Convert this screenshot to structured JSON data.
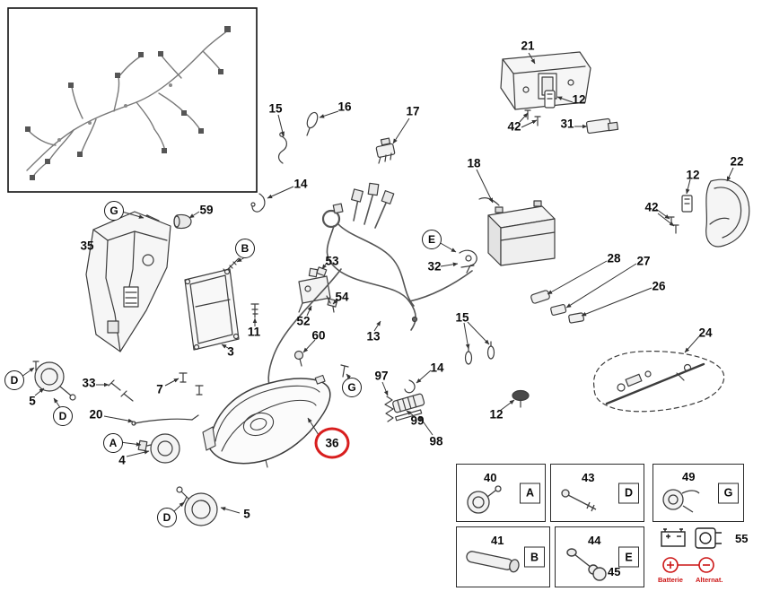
{
  "diagram_type": "exploded-parts-diagram",
  "highlight_color": "#d81e1e",
  "line_color": "#3c3c3c",
  "labels": [
    {
      "text": "15"
    },
    {
      "text": "16"
    },
    {
      "text": "17"
    },
    {
      "text": "21"
    },
    {
      "text": "12"
    },
    {
      "text": "42"
    },
    {
      "text": "31"
    },
    {
      "text": "18"
    },
    {
      "text": "22"
    },
    {
      "text": "12"
    },
    {
      "text": "42"
    },
    {
      "text": "14"
    },
    {
      "text": "59"
    },
    {
      "text": "35"
    },
    {
      "text": "53"
    },
    {
      "text": "54"
    },
    {
      "text": "32"
    },
    {
      "text": "28"
    },
    {
      "text": "27"
    },
    {
      "text": "26"
    },
    {
      "text": "52"
    },
    {
      "text": "60"
    },
    {
      "text": "13"
    },
    {
      "text": "15"
    },
    {
      "text": "3"
    },
    {
      "text": "11"
    },
    {
      "text": "24"
    },
    {
      "text": "5"
    },
    {
      "text": "33"
    },
    {
      "text": "7"
    },
    {
      "text": "20"
    },
    {
      "text": "4"
    },
    {
      "text": "14"
    },
    {
      "text": "97"
    },
    {
      "text": "99"
    },
    {
      "text": "98"
    },
    {
      "text": "12"
    },
    {
      "text": "5"
    }
  ],
  "circled_letters": [
    {
      "letter": "G"
    },
    {
      "letter": "B"
    },
    {
      "letter": "E"
    },
    {
      "letter": "D"
    },
    {
      "letter": "D"
    },
    {
      "letter": "A"
    },
    {
      "letter": "G"
    },
    {
      "letter": "D"
    }
  ],
  "highlighted_label": {
    "text": "36"
  },
  "legend": {
    "cells": [
      {
        "number": "40",
        "letter": "A"
      },
      {
        "number": "43",
        "letter": "D"
      },
      {
        "number": "49",
        "letter": "G"
      },
      {
        "number": "41",
        "letter": "B"
      },
      {
        "number": "44",
        "number2": "45",
        "letter": "E"
      },
      {
        "number": "55",
        "battery_label": "Batterie",
        "alternator_label": "Alternat."
      }
    ]
  }
}
